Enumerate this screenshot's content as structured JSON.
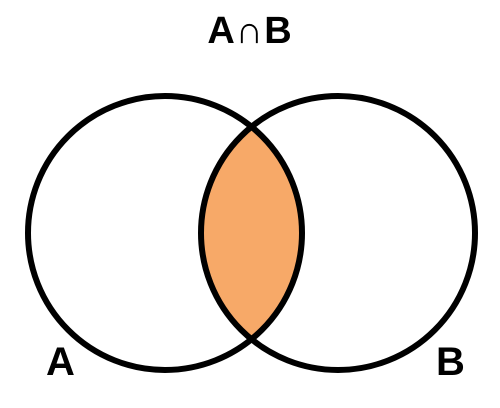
{
  "diagram": {
    "title": "A∩B",
    "sets": [
      {
        "label": "A"
      },
      {
        "label": "B"
      }
    ],
    "highlighted_region": "A∩B",
    "colors": {
      "intersection_fill": "#F7A968",
      "circle_stroke": "#000000",
      "background": "#FFFFFF"
    }
  }
}
